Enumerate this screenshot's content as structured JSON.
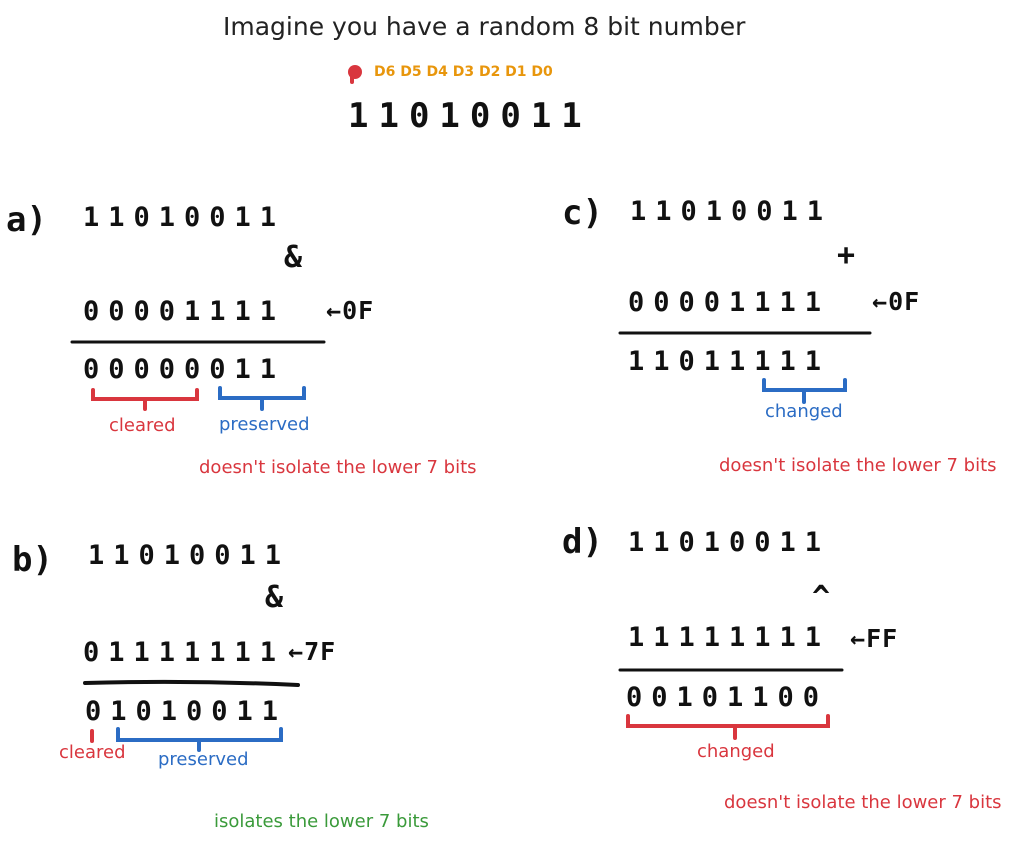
{
  "title": "Imagine you have a random 8 bit number",
  "marker": "P",
  "bit_labels": "D6 D5 D4 D3 D2 D1 D0",
  "number": "11010011",
  "panels": {
    "a": {
      "label": "a)",
      "operand1": "11010011",
      "operator": "&",
      "operand2": "00001111",
      "arrow": "←",
      "hex": "0F",
      "result": "00000011",
      "brace_left": "cleared",
      "brace_right": "preserved",
      "verdict": "doesn't isolate the lower 7 bits"
    },
    "b": {
      "label": "b)",
      "operand1": "11010011",
      "operator": "&",
      "operand2": "01111111",
      "arrow": "←",
      "hex": "7F",
      "result": "01010011",
      "brace_left": "cleared",
      "brace_right": "preserved",
      "verdict": "isolates the lower 7 bits"
    },
    "c": {
      "label": "c)",
      "operand1": "11010011",
      "operator": "+",
      "operand2": "00001111",
      "arrow": "←",
      "hex": "0F",
      "result": "11011111",
      "brace": "changed",
      "verdict": "doesn't isolate the lower 7 bits"
    },
    "d": {
      "label": "d)",
      "operand1": "11010011",
      "operator": "^",
      "operand2": "11111111",
      "arrow": "←",
      "hex": "FF",
      "result": "00101100",
      "brace": "changed",
      "verdict": "doesn't isolate the lower 7 bits"
    }
  },
  "colors": {
    "red": "#d9363e",
    "blue": "#2b6cc4",
    "green": "#3a9a3a",
    "orange": "#e8960c",
    "ink": "#111111"
  }
}
